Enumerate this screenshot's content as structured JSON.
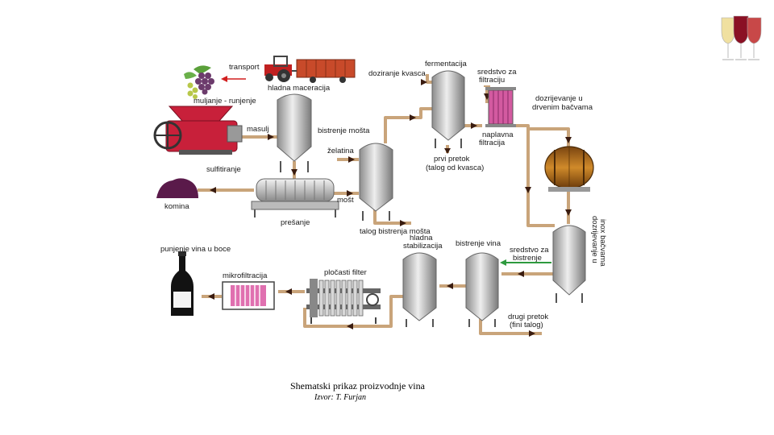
{
  "labels": {
    "transport": "transport",
    "hladna_maceracija": "hladna maceracija",
    "muljanje": "muljanje - runjenje",
    "masulj": "masulj",
    "sulfitiranje": "sulfitiranje",
    "komina": "komina",
    "presanje": "prešanje",
    "most": "mošt",
    "bistrenje_mosta": "bistrenje mošta",
    "zelatina": "želatina",
    "talog_bistrenja": "talog bistrenja mošta",
    "doziranje_kvasca": "doziranje kvasca",
    "fermentacija": "fermentacija",
    "prvi_pretok": "prvi pretok",
    "talog_od_kvasca": "(talog od kvasca)",
    "sredstvo_za_filtraciju_1": "sredstvo za",
    "sredstvo_za_filtraciju_2": "filtraciju",
    "naplavna_1": "naplavna",
    "naplavna_2": "filtracija",
    "dozrijevanje_drvo_1": "dozrijevanje u",
    "dozrijevanje_drvo_2": "drvenim bačvama",
    "dozrijevanje_inox_1": "dozrijevanje u",
    "dozrijevanje_inox_2": "inox bačvama",
    "sredstvo_za_bistrenje_1": "sredstvo za",
    "sredstvo_za_bistrenje_2": "bistrenje",
    "bistrenje_vina": "bistrenje vina",
    "drugi_pretok": "drugi pretok",
    "fini_talog": "(fini talog)",
    "hladna_stabilizacija_1": "hladna",
    "hladna_stabilizacija_2": "stabilizacija",
    "plocasti_filter": "pločasti filter",
    "mikrofiltracija": "mikrofiltracija",
    "punjenje": "punjenje vina u boce"
  },
  "caption": "Shematski prikaz proizvodnje vina",
  "source": "Izvor: T. Furjan",
  "colors": {
    "pipe": "#c9a47a",
    "arrow": "#3a1c10",
    "tank_light": "#e6e6e6",
    "tank_dark": "#8c8c8c",
    "crusher": "#c8203a",
    "grape": "#6c3b6c",
    "pomace": "#5a1a4a",
    "barrel": "#b8741e",
    "filter_pink": "#d35aa0",
    "green_arrow": "#2e9a3e",
    "red_arrow": "#d21f1f",
    "tractor": "#c02020",
    "trailer": "#c84a2a"
  }
}
